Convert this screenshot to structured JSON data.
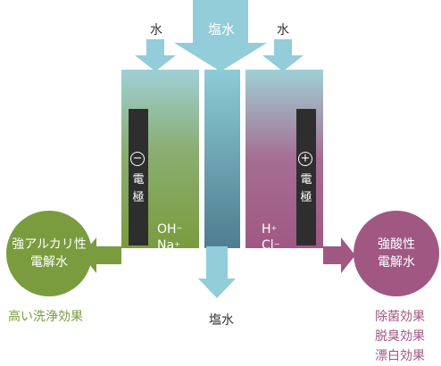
{
  "inputs": {
    "water_left": "水",
    "brine_top": "塩水",
    "water_right": "水"
  },
  "output_bottom": "塩水",
  "left_cell": {
    "electrode_sign": "−",
    "electrode_label": [
      "電",
      "極"
    ],
    "ion1_base": "OH",
    "ion1_charge": "−",
    "ion2_base": "Na",
    "ion2_charge": "+",
    "result_line1": "強アルカリ性",
    "result_line2": "電解水",
    "effects": [
      "高い洗浄効果"
    ]
  },
  "right_cell": {
    "electrode_sign": "+",
    "electrode_label": [
      "電",
      "極"
    ],
    "ion1_base": "H",
    "ion1_charge": "+",
    "ion2_base": "Cl",
    "ion2_charge": "−",
    "result_line1": "強酸性",
    "result_line2": "電解水",
    "effects": [
      "除菌効果",
      "脱臭効果",
      "漂白効果"
    ]
  },
  "colors": {
    "inflow_arrow": "#92cdd9",
    "center_channel_top": "#8ccbd6",
    "center_channel_bottom": "#4e7d8e",
    "left_cell_top": "#9fd0d6",
    "left_cell_bottom": "#7a9c3e",
    "right_cell_top": "#9fd0d6",
    "right_cell_bottom": "#a05883",
    "electrode": "#2e2e2e",
    "alkaline_circle": "#7a9c3e",
    "acid_circle": "#a05883"
  }
}
